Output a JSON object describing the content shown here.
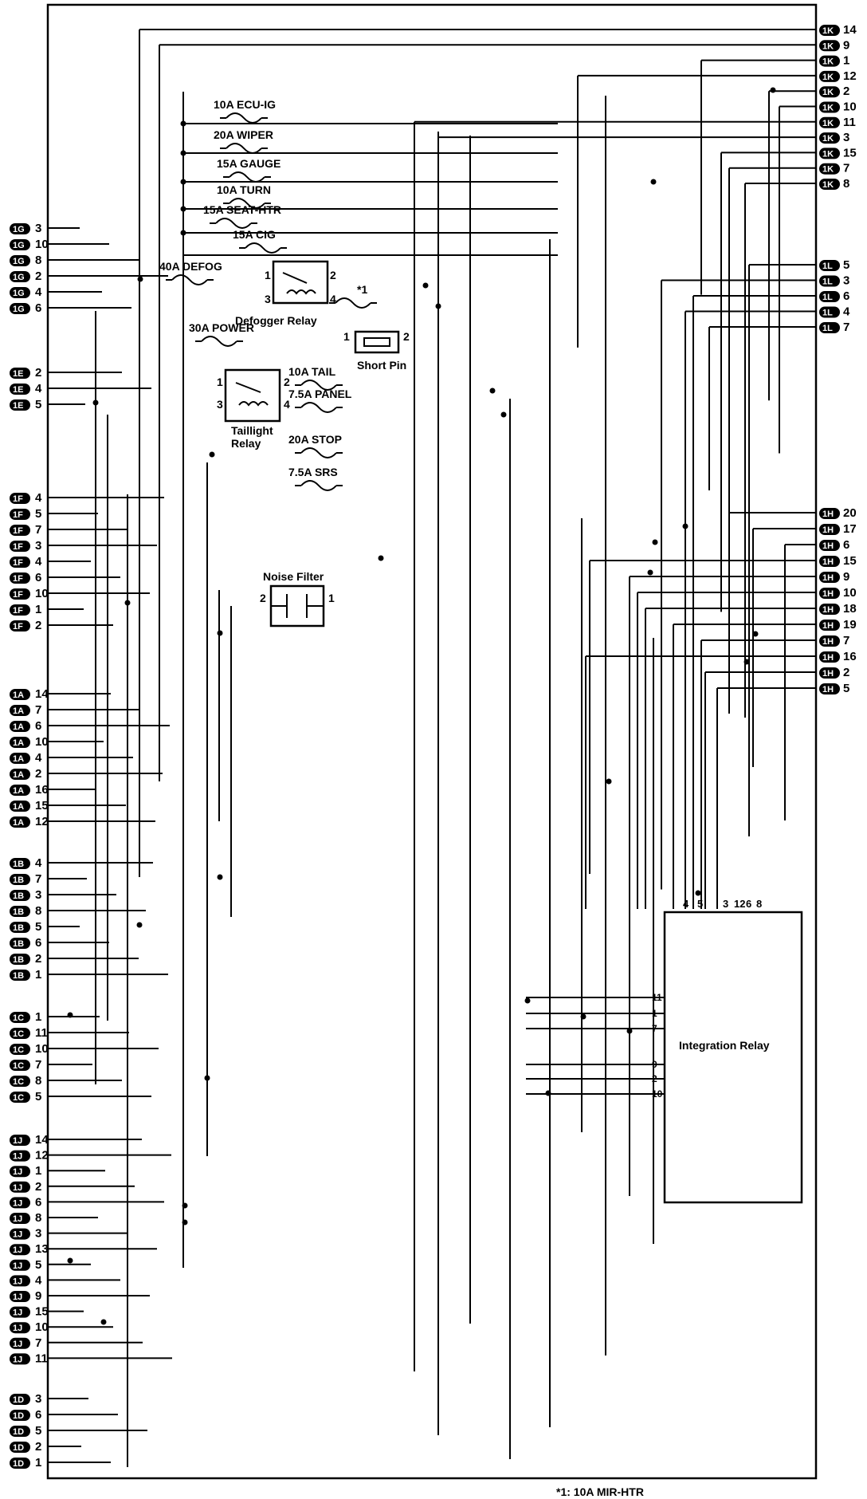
{
  "left_groups": [
    {
      "id": "1G",
      "pins": [
        "3",
        "10",
        "8",
        "2",
        "4",
        "6"
      ]
    },
    {
      "id": "1E",
      "pins": [
        "2",
        "4",
        "5"
      ]
    },
    {
      "id": "1F",
      "pins": [
        "4",
        "5",
        "7",
        "3",
        "4",
        "6",
        "10",
        "1",
        "2"
      ]
    },
    {
      "id": "1A",
      "pins": [
        "14",
        "7",
        "6",
        "10",
        "4",
        "2",
        "16",
        "15",
        "12"
      ]
    },
    {
      "id": "1B",
      "pins": [
        "4",
        "7",
        "3",
        "8",
        "5",
        "6",
        "2",
        "1"
      ]
    },
    {
      "id": "1C",
      "pins": [
        "1",
        "11",
        "10",
        "7",
        "8",
        "5"
      ]
    },
    {
      "id": "1J",
      "pins": [
        "14",
        "12",
        "1",
        "2",
        "6",
        "8",
        "3",
        "13",
        "5",
        "4",
        "9",
        "15",
        "10",
        "7",
        "11"
      ]
    },
    {
      "id": "1D",
      "pins": [
        "3",
        "6",
        "5",
        "2",
        "1"
      ]
    }
  ],
  "right_groups": [
    {
      "id": "1K",
      "pins": [
        "14",
        "9",
        "1",
        "12",
        "2",
        "10",
        "11",
        "3",
        "15",
        "7",
        "8"
      ]
    },
    {
      "id": "1L",
      "pins": [
        "5",
        "3",
        "6",
        "4",
        "7"
      ]
    },
    {
      "id": "1H",
      "pins": [
        "20",
        "17",
        "6",
        "15",
        "9",
        "10",
        "18",
        "19",
        "7",
        "16",
        "2",
        "5"
      ]
    }
  ],
  "fuses": [
    {
      "id": "ecu-ig",
      "label": "10A ECU-IG"
    },
    {
      "id": "wiper",
      "label": "20A WIPER"
    },
    {
      "id": "gauge",
      "label": "15A GAUGE"
    },
    {
      "id": "turn",
      "label": "10A TURN"
    },
    {
      "id": "seat-htr",
      "label": "15A SEAT-HTR"
    },
    {
      "id": "cig",
      "label": "15A CIG"
    },
    {
      "id": "defog",
      "label": "40A DEFOG"
    },
    {
      "id": "mir-htr",
      "label": "*1"
    },
    {
      "id": "power",
      "label": "30A POWER"
    },
    {
      "id": "tail",
      "label": "10A TAIL"
    },
    {
      "id": "panel",
      "label": "7.5A PANEL"
    },
    {
      "id": "stop",
      "label": "20A STOP"
    },
    {
      "id": "srs",
      "label": "7.5A SRS"
    }
  ],
  "components": {
    "defogger_relay": {
      "label": "Defogger Relay",
      "pins": [
        "1",
        "2",
        "3",
        "4"
      ]
    },
    "short_pin": {
      "label": "Short Pin",
      "pins": [
        "1",
        "2"
      ]
    },
    "taillight_relay": {
      "label_line1": "Taillight",
      "label_line2": "Relay",
      "pins": [
        "1",
        "2",
        "3",
        "4"
      ]
    },
    "noise_filter": {
      "label": "Noise Filter",
      "pins": [
        "2",
        "1"
      ]
    },
    "integration_relay": {
      "label": "Integration Relay",
      "top_pins": [
        "4",
        "5",
        "3",
        "12",
        "6",
        "8"
      ],
      "left_pins": [
        "11",
        "1",
        "7",
        "9",
        "2",
        "10"
      ]
    }
  },
  "footnote": "*1: 10A MIR-HTR"
}
